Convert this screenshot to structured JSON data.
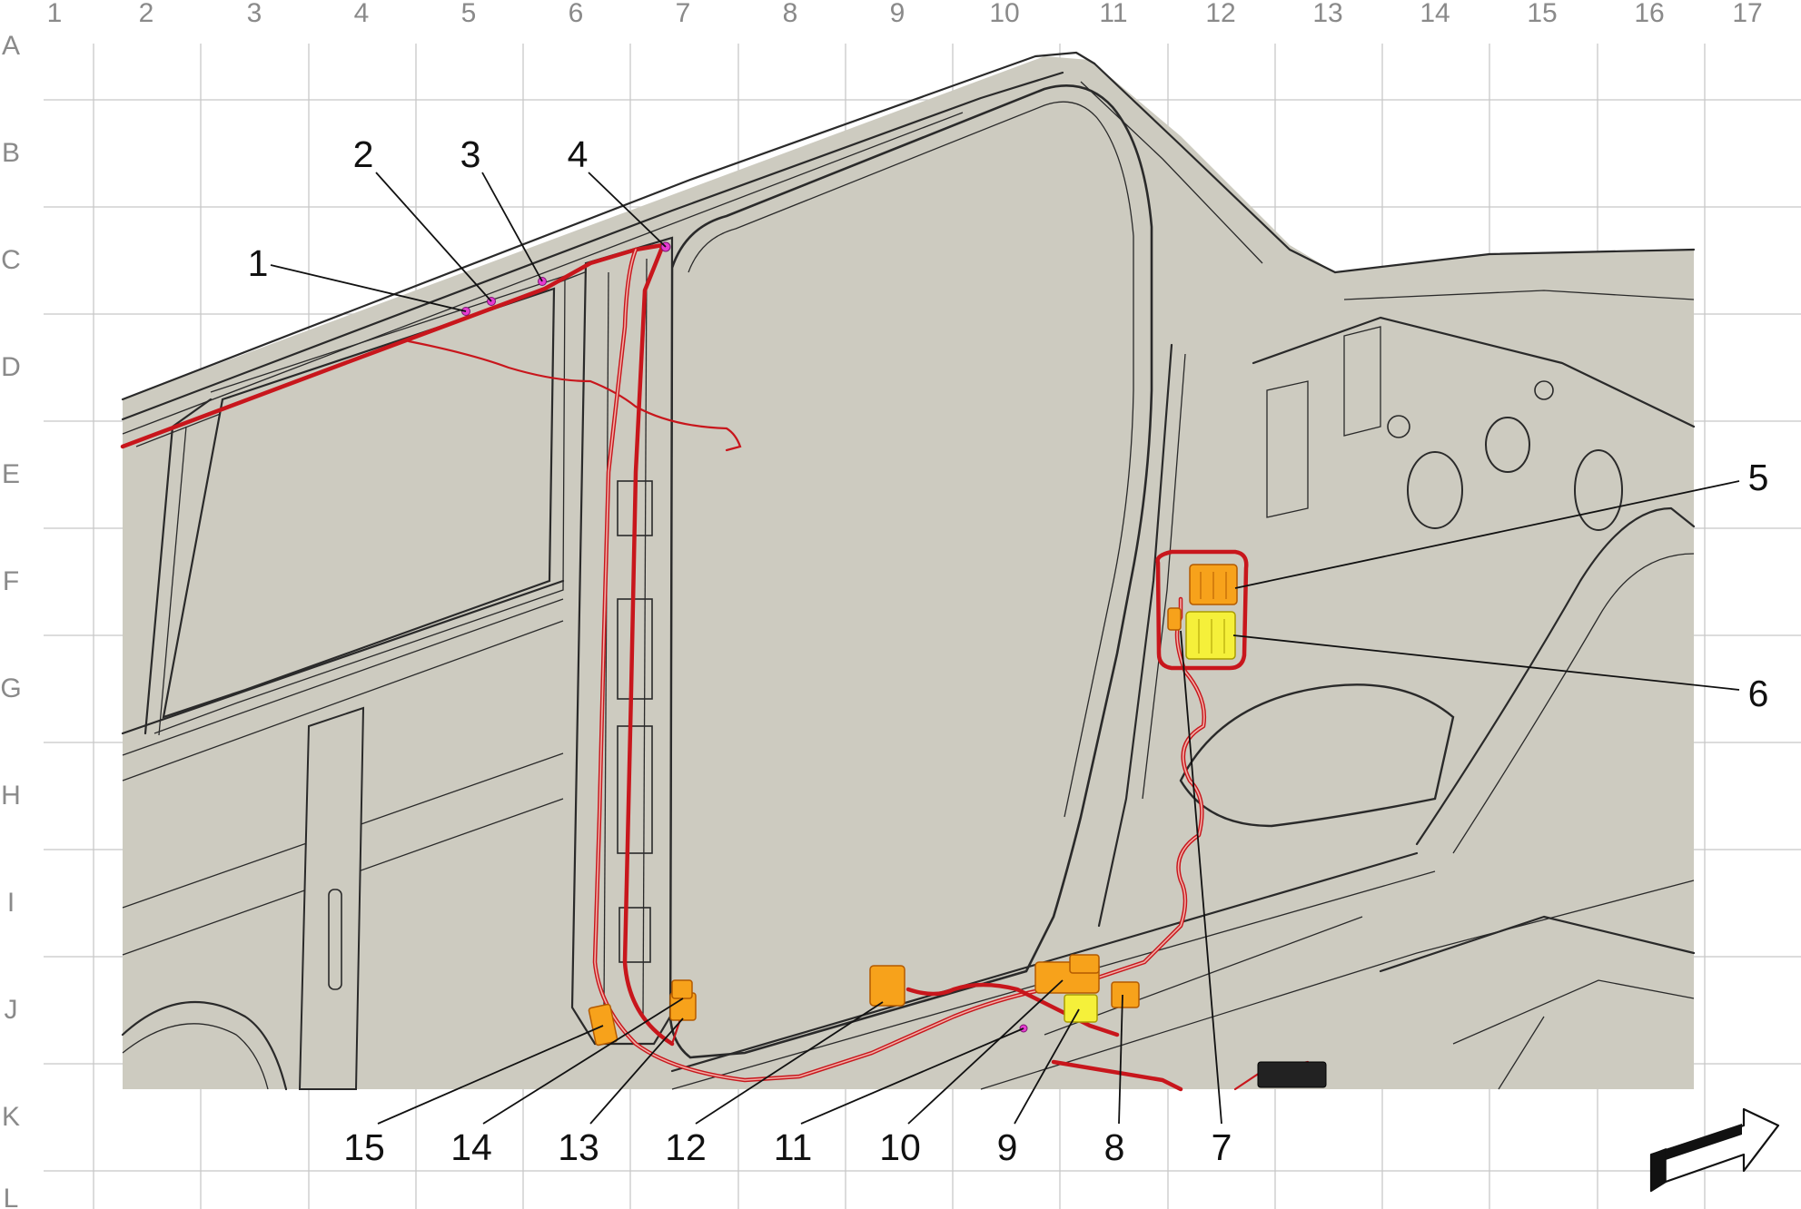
{
  "grid": {
    "columns": [
      "1",
      "2",
      "3",
      "4",
      "5",
      "6",
      "7",
      "8",
      "9",
      "10",
      "11",
      "12",
      "13",
      "14",
      "15",
      "16",
      "17"
    ],
    "rows": [
      "A",
      "B",
      "C",
      "D",
      "E",
      "F",
      "G",
      "H",
      "I",
      "J",
      "K",
      "L"
    ]
  },
  "callouts": [
    {
      "label": "1"
    },
    {
      "label": "2"
    },
    {
      "label": "3"
    },
    {
      "label": "4"
    },
    {
      "label": "5"
    },
    {
      "label": "6"
    },
    {
      "label": "7"
    },
    {
      "label": "8"
    },
    {
      "label": "9"
    },
    {
      "label": "10"
    },
    {
      "label": "11"
    },
    {
      "label": "12"
    },
    {
      "label": "13"
    },
    {
      "label": "14"
    },
    {
      "label": "15"
    }
  ],
  "colors": {
    "body_fill": "#cdcbc0",
    "harness": "#c8161c",
    "connector_orange": "#f7a21b",
    "connector_yellow": "#f5f03a",
    "connector_magenta": "#e53cd0",
    "grid_line": "#c8c8c8"
  },
  "icons": {
    "direction": "front-direction-arrow-icon"
  }
}
